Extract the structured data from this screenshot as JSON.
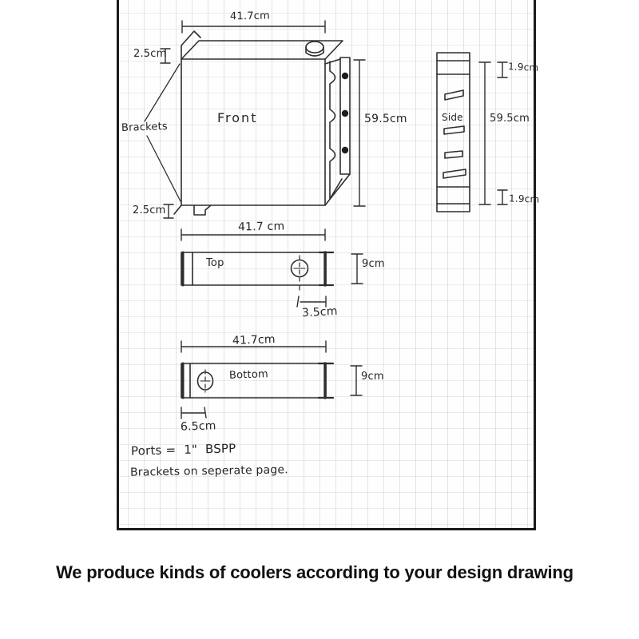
{
  "caption": "We produce kinds of coolers according to your design drawing",
  "sketch": {
    "front_view": {
      "label": "Front",
      "width_dim": "41.7cm",
      "height_dim": "59.5cm",
      "bracket_top_dim": "2.5cm",
      "bracket_bottom_dim": "2.5cm",
      "brackets_label": "Brackets"
    },
    "side_view": {
      "label": "Side",
      "height_dim": "59.5cm",
      "top_inset_dim": "1.9cm",
      "bottom_inset_dim": "1.9cm"
    },
    "top_view": {
      "label": "Top",
      "width_dim": "41.7 cm",
      "depth_dim": "9cm",
      "port_offset_dim": "3.5cm"
    },
    "bottom_view": {
      "label": "Bottom",
      "width_dim": "41.7cm",
      "depth_dim": "9cm",
      "port_offset_dim": "6.5cm"
    },
    "notes": {
      "ports_note": "Ports =  1\"  BSPP",
      "brackets_note": "Brackets on seperate page."
    }
  }
}
